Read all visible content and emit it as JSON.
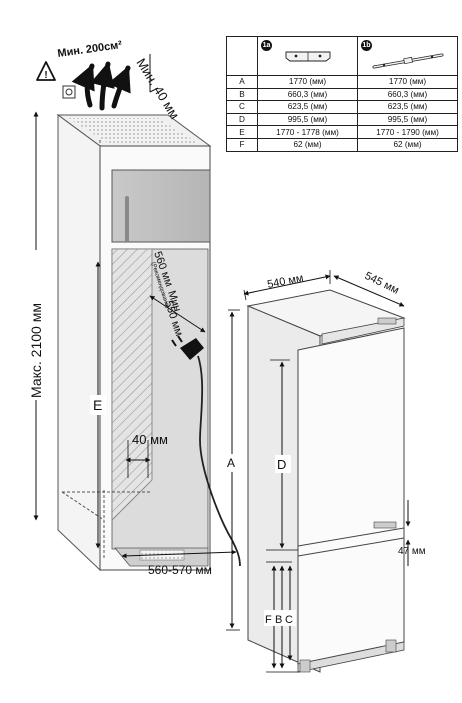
{
  "labels": {
    "vent_area": "Мин. 200см²",
    "top_gap": "Мин. 40 мм",
    "max_height": "Макс. 2100 мм",
    "niche_depth": "560 мм",
    "niche_depth_note": "(Рекомендовано)",
    "min_depth_label": "Мин.",
    "min_depth_value": "550 мм",
    "rear_gap": "40 мм",
    "niche_width": "560-570 мм",
    "dim_e": "E",
    "appliance_width": "540 мм",
    "appliance_depth": "545 мм",
    "dim_a": "A",
    "dim_d": "D",
    "door_gap": "47 мм",
    "dim_f": "F",
    "dim_b": "B",
    "dim_c": "C"
  },
  "icons": {
    "warning": "warning-triangle-icon",
    "vent": "vent-grille-icon",
    "plug": "power-plug-icon"
  },
  "table": {
    "badges": [
      "1a",
      "1b"
    ],
    "rows": [
      {
        "key": "A",
        "v1": "1770 (мм)",
        "v2": "1770 (мм)"
      },
      {
        "key": "B",
        "v1": "660,3 (мм)",
        "v2": "660,3 (мм)"
      },
      {
        "key": "C",
        "v1": "623,5 (мм)",
        "v2": "623,5 (мм)"
      },
      {
        "key": "D",
        "v1": "995,5 (мм)",
        "v2": "995,5 (мм)"
      },
      {
        "key": "E",
        "v1": "1770 - 1778 (мм)",
        "v2": "1770 - 1790 (мм)"
      },
      {
        "key": "F",
        "v1": "62 (мм)",
        "v2": "62 (мм)"
      }
    ]
  }
}
